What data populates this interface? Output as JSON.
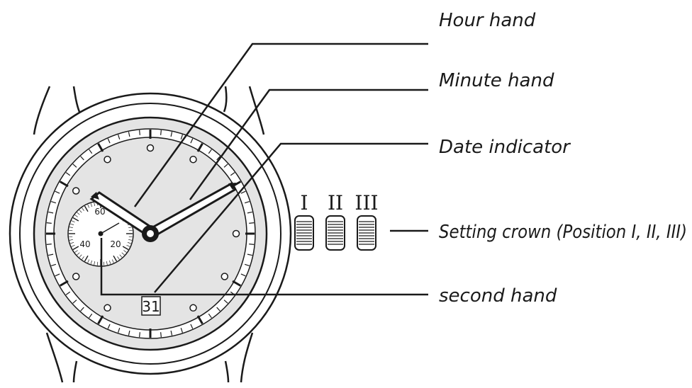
{
  "labels": {
    "hour_hand": "Hour hand",
    "minute_hand": "Minute hand",
    "date_indicator": "Date indicator",
    "setting_crown": "Setting crown (Position I, II, III)",
    "second_hand": "second hand"
  },
  "dial": {
    "date_value": "31",
    "subdial_60": "60",
    "subdial_40": "40",
    "subdial_20": "20"
  },
  "crown_positions": [
    "I",
    "II",
    "III"
  ],
  "colors": {
    "ink": "#1a1a1a",
    "dial": "#e4e4e4",
    "background": "#ffffff"
  }
}
